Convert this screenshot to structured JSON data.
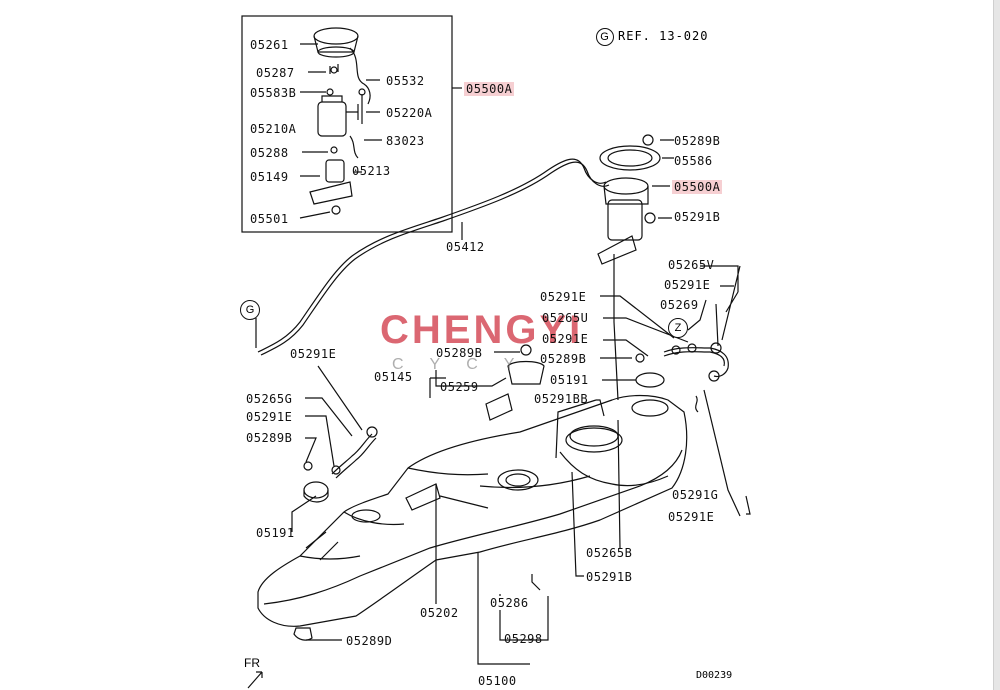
{
  "reference": {
    "circle": "G",
    "text": "REF. 13-020"
  },
  "watermark": {
    "brand": "CHENGYI",
    "sub": "CYCY"
  },
  "callouts": {
    "g": "G",
    "z": "Z"
  },
  "direction_label": "FR",
  "diagram_code": "D00239",
  "highlight_color": "#f6cfd2",
  "labels": {
    "p05261": "05261",
    "p05287": "05287",
    "p05583B": "05583B",
    "p05532": "05532",
    "p05500A_inset": "05500A",
    "p05220A": "05220A",
    "p05210A": "05210A",
    "p83023": "83023",
    "p05288": "05288",
    "p05149": "05149",
    "p05213": "05213",
    "p05501": "05501",
    "p05412": "05412",
    "p05289B_top": "05289B",
    "p05586": "05586",
    "p05500A_main": "05500A",
    "p05291B_top": "05291B",
    "p05265V": "05265V",
    "p05291E_r1": "05291E",
    "p05269": "05269",
    "p05291E_c1": "05291E",
    "p05265U": "05265U",
    "p05291E_c2": "05291E",
    "p05289B_c": "05289B",
    "p05191_c": "05191",
    "p05289B_l": "05289B",
    "p05145": "05145",
    "p05259": "05259",
    "p05291BB": "05291BB",
    "p05291E_l1": "05291E",
    "p05265G": "05265G",
    "p05291E_l2": "05291E",
    "p05289B_l2": "05289B",
    "p05191_l": "05191",
    "p05291G": "05291G",
    "p05291E_r2": "05291E",
    "p05265B": "05265B",
    "p05291B_b": "05291B",
    "p05202": "05202",
    "p05286": "05286",
    "p05298": "05298",
    "p05289D": "05289D",
    "p05100": "05100"
  }
}
